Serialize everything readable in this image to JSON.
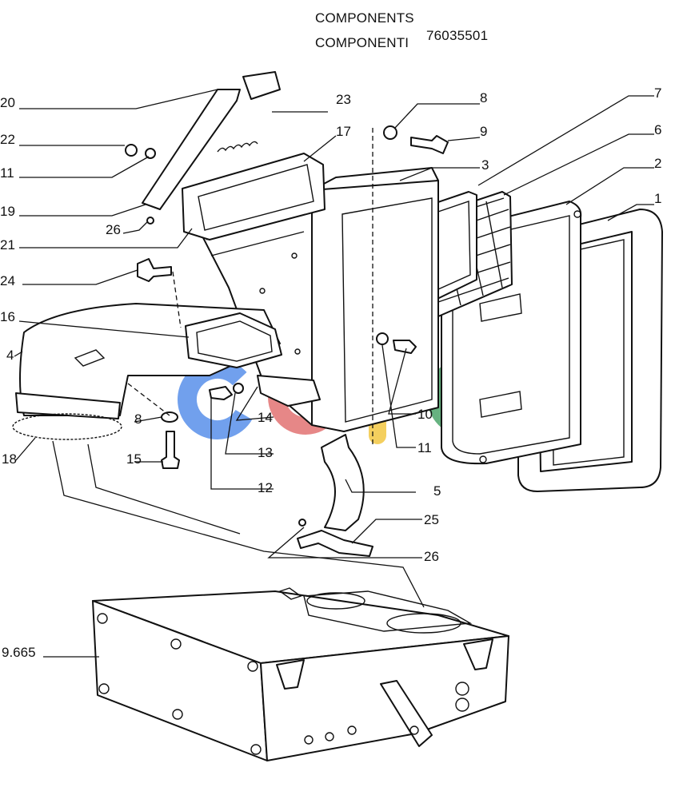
{
  "header": {
    "line1": "COMPONENTS",
    "line2": "COMPONENTI",
    "part_number": "76035501"
  },
  "watermark": {
    "text": "CGYC",
    "colors": [
      "#4a86e8",
      "#e06666",
      "#f1c232",
      "#3c9d5d"
    ]
  },
  "callouts": [
    "20",
    "23",
    "22",
    "11",
    "19",
    "26",
    "21",
    "24",
    "16",
    "4",
    "17",
    "8",
    "9",
    "7",
    "6",
    "3",
    "2",
    "1",
    "8",
    "15",
    "18",
    "12",
    "13",
    "14",
    "10",
    "11",
    "5",
    "25",
    "26",
    "9.665"
  ]
}
